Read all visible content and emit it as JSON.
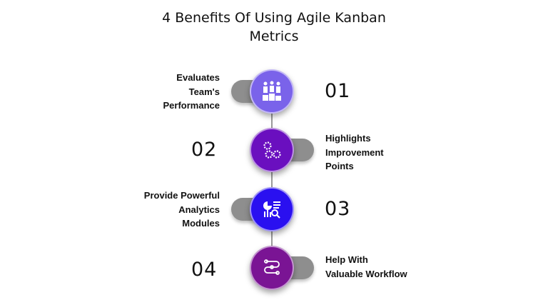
{
  "title": "4 Benefits Of Using Agile Kanban Metrics",
  "items": [
    {
      "number": "01",
      "label": [
        "Evaluates",
        "Team's",
        "Performance"
      ],
      "color": "#7a63ea",
      "icon": "team-podium-icon"
    },
    {
      "number": "02",
      "label": [
        "Highlights",
        "Improvement",
        "Points"
      ],
      "color": "#6a0fbf",
      "icon": "gears-icon"
    },
    {
      "number": "03",
      "label": [
        "Provide Powerful",
        "Analytics",
        "Modules"
      ],
      "color": "#2a10f0",
      "icon": "analytics-icon"
    },
    {
      "number": "04",
      "label": [
        "Help With",
        "Valuable Workflow"
      ],
      "color": "#7a1494",
      "icon": "workflow-icon"
    }
  ]
}
